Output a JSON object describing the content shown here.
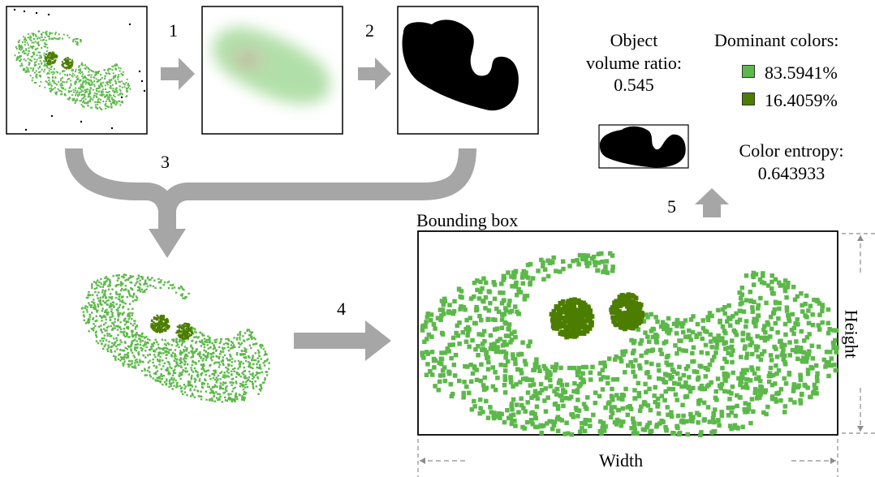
{
  "steps": [
    "1",
    "2",
    "3",
    "4",
    "5"
  ],
  "volume": {
    "label_line1": "Object",
    "label_line2": "volume ratio:",
    "value": "0.545"
  },
  "dominant": {
    "title": "Dominant colors:",
    "colors": [
      {
        "hex": "#5cb84a",
        "percent": "83.5941%"
      },
      {
        "hex": "#4c7d00",
        "percent": "16.4059%"
      }
    ]
  },
  "entropy": {
    "label": "Color entropy:",
    "value": "0.643933"
  },
  "bounding_box_label": "Bounding box",
  "width_label": "Width",
  "height_label": "Height",
  "colors": {
    "light_green": "#5cb84a",
    "dark_green": "#4c7d00",
    "arrow_gray": "#a6a6a6",
    "dash_gray": "#8c8c8c",
    "mask": "#000000"
  }
}
